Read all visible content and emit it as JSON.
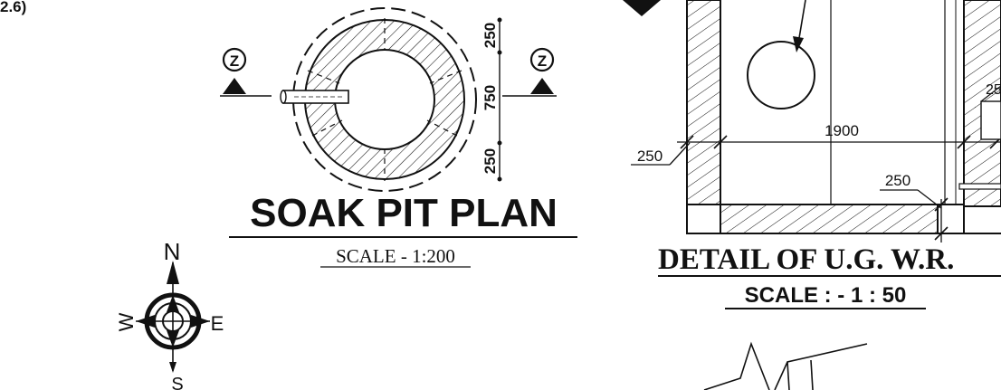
{
  "corner_text": "2.6)",
  "soak_pit": {
    "title": "SOAK PIT PLAN",
    "scale": "SCALE - 1:200",
    "section_marker_left": "Z",
    "section_marker_right": "Z",
    "dimensions": {
      "top": "250",
      "middle": "750",
      "bottom": "250"
    }
  },
  "ugwr": {
    "title": "DETAIL OF U.G. W.R.",
    "scale": "SCALE : - 1 : 50",
    "dim_wall_left": "250",
    "dim_inner_width": "1900",
    "dim_floor": "250",
    "dim_right_cut": "25"
  },
  "north_arrow": {
    "north": "N",
    "east": "E",
    "west": "W",
    "south": "S"
  },
  "colors": {
    "ink": "#111111",
    "paper": "#ffffff"
  }
}
